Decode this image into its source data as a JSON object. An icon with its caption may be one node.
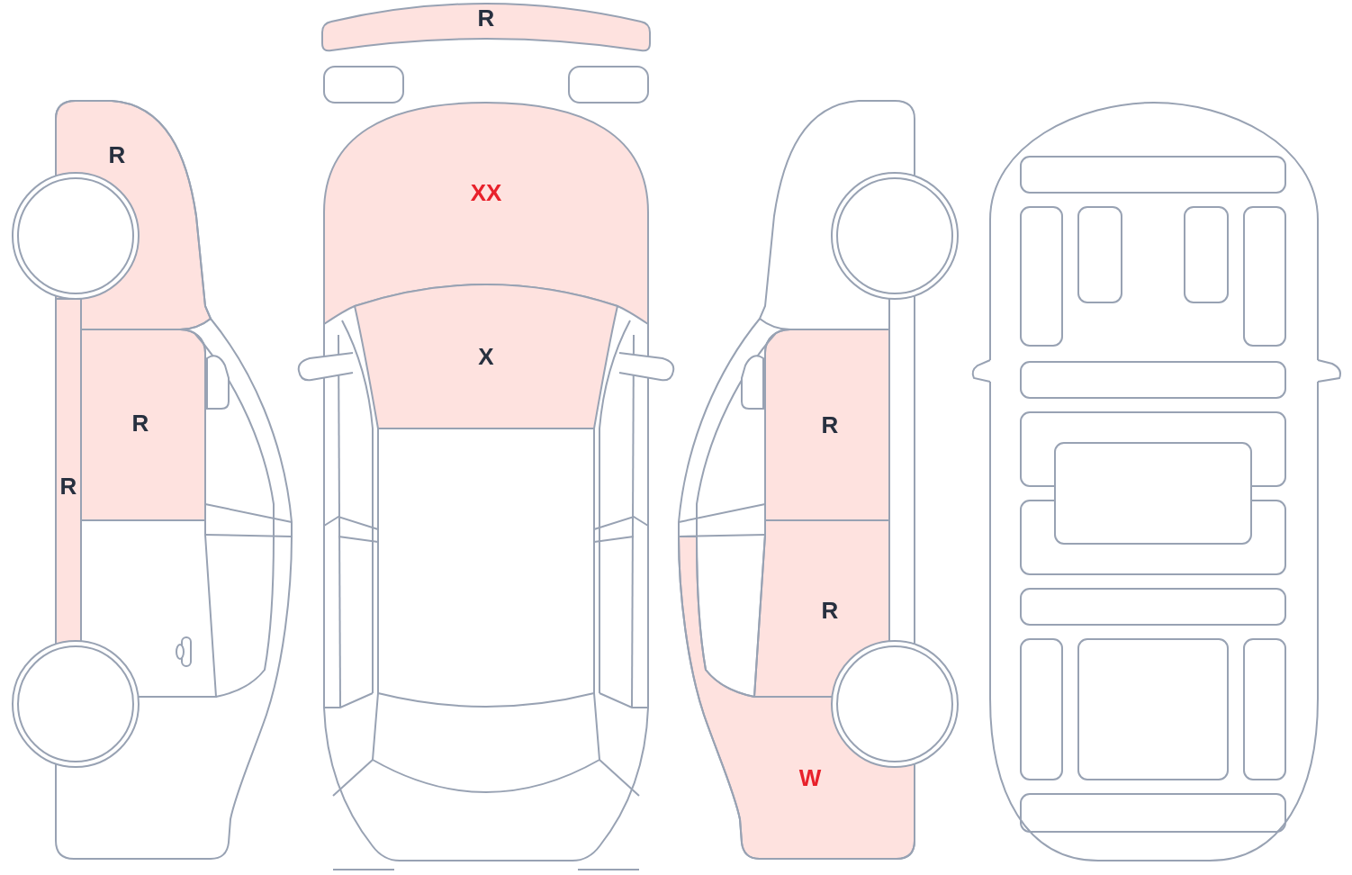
{
  "diagram": {
    "nodes": [
      {
        "text": [
          "R"
        ]
      },
      {
        "text": [
          "R"
        ]
      },
      {
        "text": [
          "R"
        ]
      },
      {
        "text": [
          "R"
        ]
      },
      {
        "text": [
          "XX"
        ]
      },
      {
        "text": [
          "X"
        ]
      },
      {
        "text": [
          "R"
        ]
      },
      {
        "text": [
          "R"
        ]
      },
      {
        "text": [
          "W"
        ]
      }
    ]
  }
}
